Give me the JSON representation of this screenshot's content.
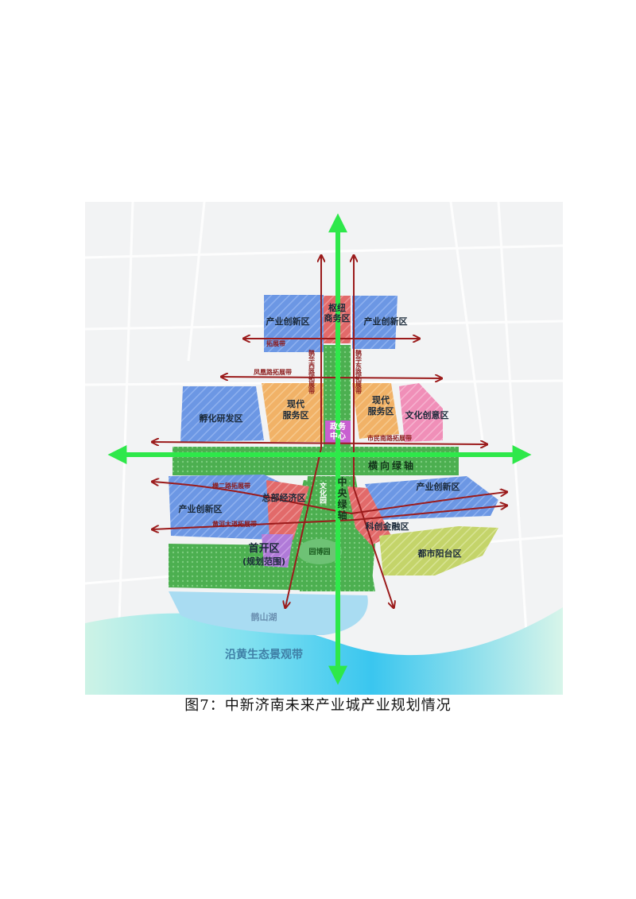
{
  "caption": "图7：中新济南未来产业城产业规划情况",
  "colors": {
    "industry_blue": "#6c97e4",
    "service_orange": "#f1b267",
    "creative_pink": "#f08fb8",
    "finance_red": "#e26a6a",
    "green_space": "#4caf50",
    "axis_green": "#2ee84a",
    "arrow_red": "#9b1b1b",
    "gov_purple": "#c85fd0",
    "terrace_yellow": "#c4d46a",
    "lake_blue": "#9ed4f0"
  },
  "zones": {
    "hub": "枢纽\n商务区",
    "innovation_nw": "产业创新区",
    "innovation_ne": "产业创新区",
    "incubation": "孵化研发区",
    "service_w": "现代\n服务区",
    "service_e": "现代\n服务区",
    "creative": "文化创意区",
    "gov": "政务\n中心",
    "innovation_sw": "产业创新区",
    "hq": "总部经济区",
    "culture_park": "文化园",
    "innovation_se": "产业创新区",
    "finance": "科创金融区",
    "terrace": "都市阳台区",
    "first_dev": "首开区",
    "first_dev_note": "(规划范围)",
    "expo_park": "园博园",
    "lake": "鹊山湖",
    "ecology_belt": "沿黄生态景观带"
  },
  "roads": {
    "top_ext": "拓展带",
    "fenghuang": "凤凰路拓展带",
    "quehua_west": "鹊华西路拓展带",
    "quehua_east": "鹊华东路拓展带",
    "shimin_south": "市民南路拓展带",
    "heng_er": "横二路拓展带",
    "huanghe": "黄河大道拓展带"
  },
  "axes": {
    "horizontal": "横向绿轴",
    "central": "中央绿轴"
  }
}
